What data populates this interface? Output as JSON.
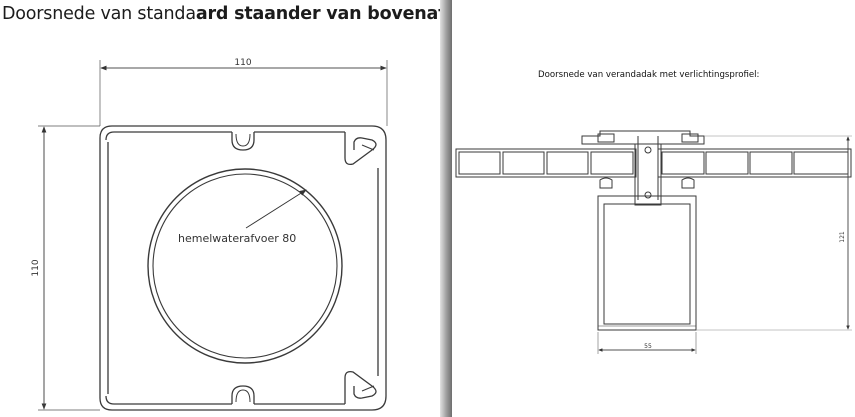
{
  "left_panel": {
    "title_normal": "Doorsnede van standa",
    "title_bold": "ard staander van bovenaf gezien:",
    "dimension_width": "110",
    "dimension_height": "110",
    "annotation": "hemelwaterafvoer 80"
  },
  "right_panel": {
    "title": "Doorsnede van verandadak met verlichtingsprofiel:",
    "dimension_bottom": "55",
    "dimension_side": "121"
  },
  "colors": {
    "line": "#3a3a3a",
    "gutter_dark": "#6e6e6e",
    "text": "#1c1c1c"
  }
}
